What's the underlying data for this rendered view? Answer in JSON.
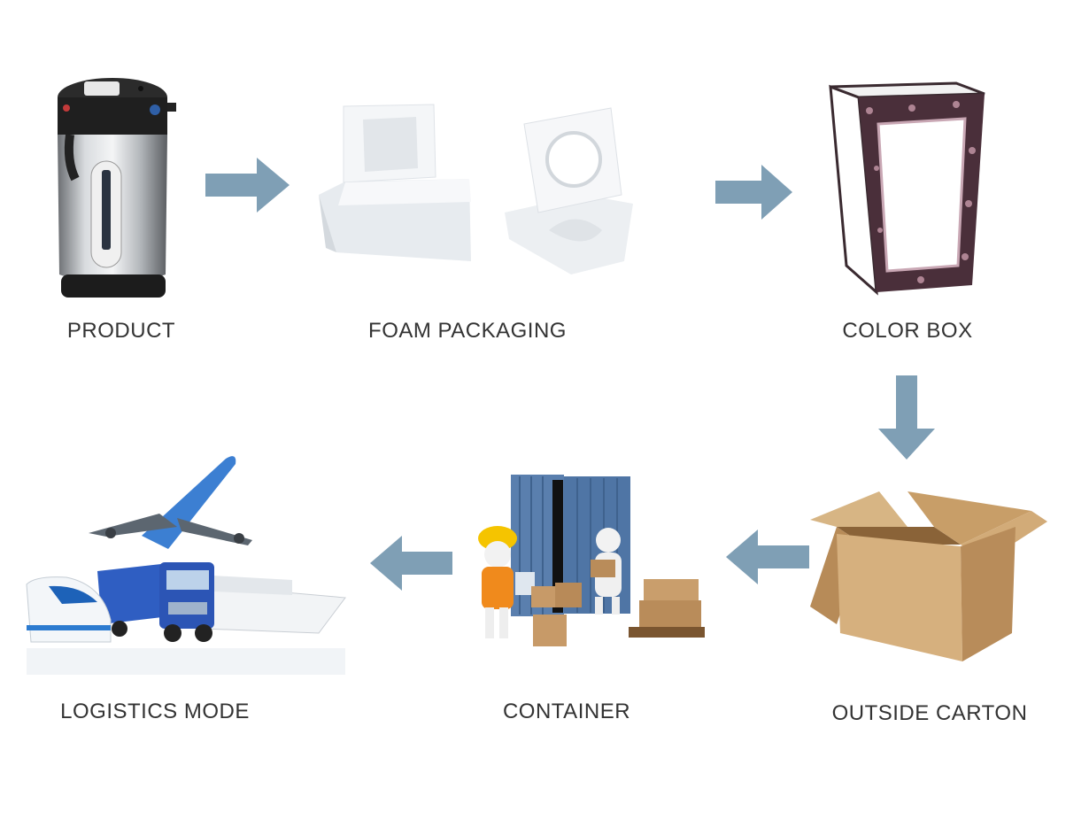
{
  "stages": {
    "product": {
      "label": "PRODUCT"
    },
    "foam_packaging": {
      "label": "FOAM PACKAGING"
    },
    "color_box": {
      "label": "COLOR BOX"
    },
    "outside_carton": {
      "label": "OUTSIDE CARTON"
    },
    "container": {
      "label": "CONTAINER"
    },
    "logistics_mode": {
      "label": "LOGISTICS MODE"
    }
  },
  "colors": {
    "arrow": "#7f9fb5",
    "label": "#333333"
  },
  "flow": [
    "product",
    "foam_packaging",
    "color_box",
    "outside_carton",
    "container",
    "logistics_mode"
  ]
}
